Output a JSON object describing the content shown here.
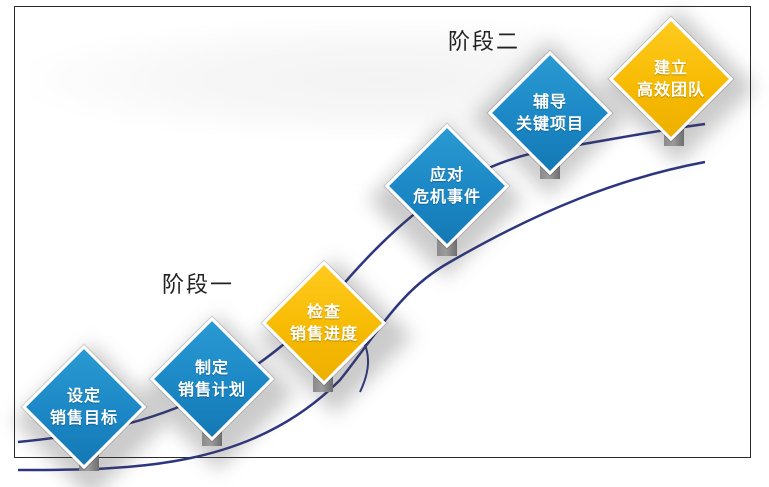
{
  "stages": {
    "stage1": "阶段一",
    "stage2": "阶段二"
  },
  "steps": [
    {
      "line1": "设定",
      "line2": "销售目标",
      "color": "blue"
    },
    {
      "line1": "制定",
      "line2": "销售计划",
      "color": "blue"
    },
    {
      "line1": "检查",
      "line2": "销售进度",
      "color": "yellow"
    },
    {
      "line1": "应对",
      "line2": "危机事件",
      "color": "blue"
    },
    {
      "line1": "辅导",
      "line2": "关键项目",
      "color": "blue"
    },
    {
      "line1": "建立",
      "line2": "高效团队",
      "color": "yellow"
    }
  ],
  "colors": {
    "blue": "#1a86c4",
    "yellow": "#f6b900",
    "curve": "#2d3580"
  }
}
